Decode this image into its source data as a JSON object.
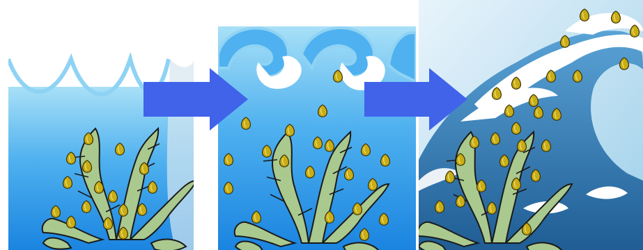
{
  "colors": {
    "water_top": "#8fd3f4",
    "water_bottom": "#1c86e0",
    "wave_foam": "#ffffff",
    "wave_light": "#bfe6f7",
    "seaweed_fill": "#a9c98f",
    "seaweed_outline": "#1a1a1a",
    "seed_fill": "#c9ad16",
    "arrow": "#4063ea",
    "big_wave": "#2f6ea6"
  },
  "stages": [
    {
      "name": "calm-water",
      "seed_count": 16
    },
    {
      "name": "small-waves",
      "seed_count": 20
    },
    {
      "name": "big-wave",
      "seed_count": 28
    }
  ],
  "icons": [
    "seaweed-icon",
    "seed-icon",
    "wave-icon",
    "right-arrow-icon"
  ]
}
